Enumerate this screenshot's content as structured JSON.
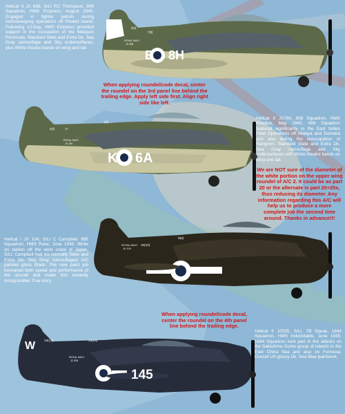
{
  "captions": {
    "aircraft1": "Hellcat II JX 668, S/Lt RC Thompson, 896 Squadron, HMS Empress, August 1945. Engaged in fighter patrols during minesweeping operations off Phuket Island. Following VJ-Day, HMS Empress provided support in the occupation of the Malayan Peninsula. Standard Slate and Extra Dk. Sea Gray camouflage and Sky undersurfaces, plus White theatre bands on wing and tail.",
    "aircraft2": "Hellcat II JX780, 808 Squadron, HMS Khedive, May 1945. 808 Squadron featured significantly in the East Indies Fleet Operations off Malaya and Sumatra and also during the reoccupation of Rangoon. Standard Slate and Extra Dk. Sea Gray camouflage and Sky undersurfaces with White theatre bands on wing and tail.",
    "aircraft3": "Hellcat I JV 104, S/Lt C Campbell, 885 Squadron, HMS Ruler, June 1945. While on station off the west coast of Japan, S/Lt. Campbell had his normally Slate and Extra Dk. Sea Gray camouflaged A/C painted gloss Black. The new paint job increased both speed and performance of the aircraft and made him instantly recognizable! True story.",
    "aircraft4": "Hellcat II JZ935, S/Lt. TB Speak, 1844 Squadron, HMS Indomitable, June 1945. 1844 Squadron took part in the attacks on the Sakishima Gunto group of islands in the East China Sea and also on Formosa. Overall US glossy Dk. Sea Blue paintwork."
  },
  "notes": {
    "note1": "When applying roundel/code decal, center the roundel on the 3rd panel line behind the trailing edge. Apply left side first. Align right side like left.",
    "note2": "We are NOT sure of the diameter of the white portion on the upper wing roundel of A/C 2. It could be as part 20 or the alternate is part 20+20x, thus reducing its diameter. Any information regarding this A/C will help us to produce a more complete job the second time around. Thanks in advance!!!",
    "note3": "When applying roundel/code decal, center the roundel on the 4th panel line behind the trailing edge."
  },
  "markings": {
    "aircraft1": {
      "code": "B",
      "code2": "8H",
      "serial_line1": "ROYAL NAVY",
      "serial_line2": "JX 668",
      "callout_a": "3(2)",
      "callout_b": "7(8)"
    },
    "aircraft2": {
      "code": "K",
      "code2": "6A",
      "serial_line1": "ROYAL NAVY",
      "serial_line2": "JX 780",
      "callout_a": "3(2)",
      "callout_b": "17",
      "callout_c": "4(5)"
    },
    "aircraft3": {
      "serial_line1": "ROYAL NAVY",
      "serial_line2": "JV 104",
      "callout_a": "10(10)",
      "callout_b": "9(9)"
    },
    "aircraft4": {
      "tail_letter": "W",
      "code": "145",
      "serial_line1": "ROYAL NAVY",
      "serial_line2": "JZ 935",
      "callout_a": "13(13)",
      "callout_b": "14(15)"
    }
  },
  "colors": {
    "background_sky": "#8fb7d6",
    "note_red": "#d41515",
    "slate": "#5d6a4a",
    "dark_sea_gray": "#556068",
    "sky_under": "#c9c7a1",
    "gloss_black": "#2a261c",
    "dark_sea_blue": "#262c3a",
    "roundel_blue": "#1b2a4a"
  }
}
